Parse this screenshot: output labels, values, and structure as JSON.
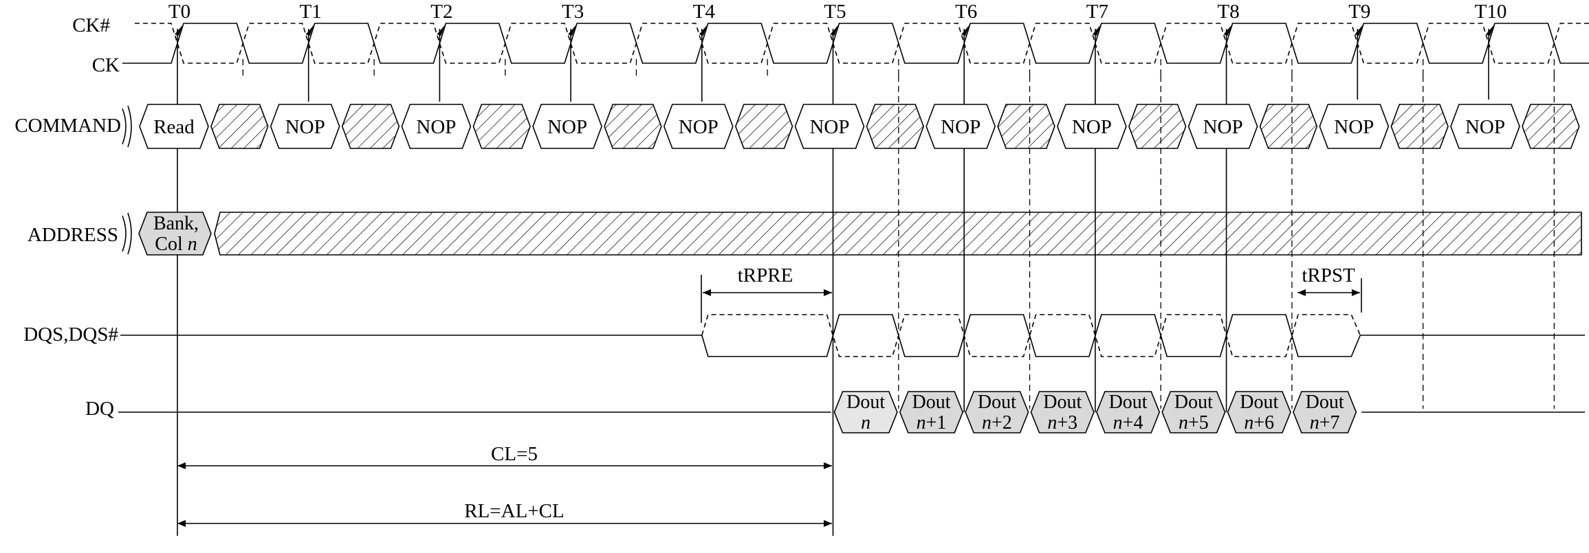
{
  "title": "",
  "signals": {
    "ck_n": "CK#",
    "ck": "CK",
    "command": "COMMAND",
    "address": "ADDRESS",
    "dqs": "DQS,DQS#",
    "dq": "DQ"
  },
  "clock_edges": [
    "T0",
    "T1",
    "T2",
    "T3",
    "T4",
    "T5",
    "T6",
    "T7",
    "T8",
    "T9",
    "T10"
  ],
  "commands": [
    "Read",
    "NOP",
    "NOP",
    "NOP",
    "NOP",
    "NOP",
    "NOP",
    "NOP",
    "NOP",
    "NOP",
    "NOP"
  ],
  "address": {
    "line1": "Bank,",
    "line2_prefix": "Col ",
    "line2_var": "n"
  },
  "dout_label": "Dout",
  "dout_suffixes": [
    {
      "var": "n",
      "rest": ""
    },
    {
      "var": "n",
      "rest": "+1"
    },
    {
      "var": "n",
      "rest": "+2"
    },
    {
      "var": "n",
      "rest": "+3"
    },
    {
      "var": "n",
      "rest": "+4"
    },
    {
      "var": "n",
      "rest": "+5"
    },
    {
      "var": "n",
      "rest": "+6"
    },
    {
      "var": "n",
      "rest": "+7"
    }
  ],
  "timing": {
    "trpre": "tRPRE",
    "trpst": "tRPST",
    "cl": "CL=5",
    "rl": "RL=AL+CL"
  },
  "colors": {
    "line": "#000000",
    "shade": "#d9d9d9",
    "background": "#ffffff"
  }
}
